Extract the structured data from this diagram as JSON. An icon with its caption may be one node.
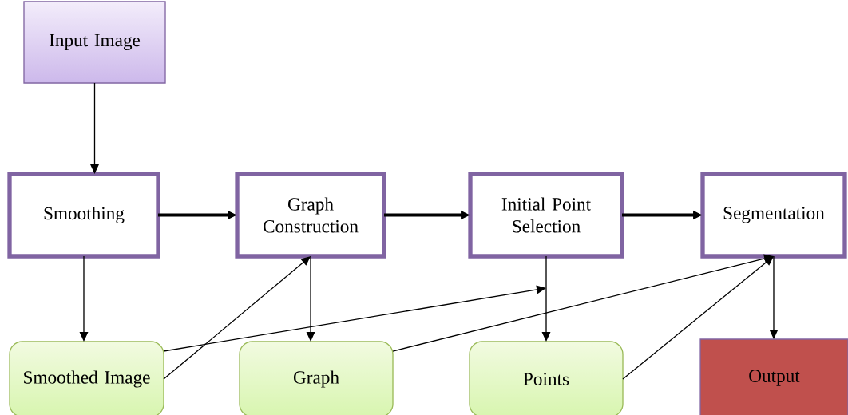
{
  "diagram": {
    "nodes": [
      {
        "text": [
          "Input Image"
        ]
      },
      {
        "text": [
          "Smoothing"
        ]
      },
      {
        "text": [
          "Graph Construction"
        ]
      },
      {
        "text": [
          "Initial Point Selection"
        ]
      },
      {
        "text": [
          "Segmentation"
        ]
      },
      {
        "text": [
          "Smoothed Image"
        ]
      },
      {
        "text": [
          "Graph"
        ]
      },
      {
        "text": [
          "Points"
        ]
      },
      {
        "text": [
          "Output"
        ]
      }
    ],
    "edges": [
      {
        "from": 0,
        "to": 1,
        "arrow": "to"
      },
      {
        "from": 1,
        "to": 2,
        "arrow": "to",
        "style": "thick"
      },
      {
        "from": 2,
        "to": 3,
        "arrow": "to",
        "style": "thick"
      },
      {
        "from": 3,
        "to": 4,
        "arrow": "to",
        "style": "thick"
      },
      {
        "from": 1,
        "to": 5,
        "arrow": "to"
      },
      {
        "from": 2,
        "to": 6,
        "arrow": "to"
      },
      {
        "from": 3,
        "to": 7,
        "arrow": "to"
      },
      {
        "from": 4,
        "to": 8,
        "arrow": "to"
      },
      {
        "from": 5,
        "to": 2,
        "arrow": "to"
      },
      {
        "from": 5,
        "to": 3,
        "arrow": "to"
      },
      {
        "from": 6,
        "to": 4,
        "arrow": "to"
      },
      {
        "from": 7,
        "to": 4,
        "arrow": "to"
      }
    ]
  }
}
